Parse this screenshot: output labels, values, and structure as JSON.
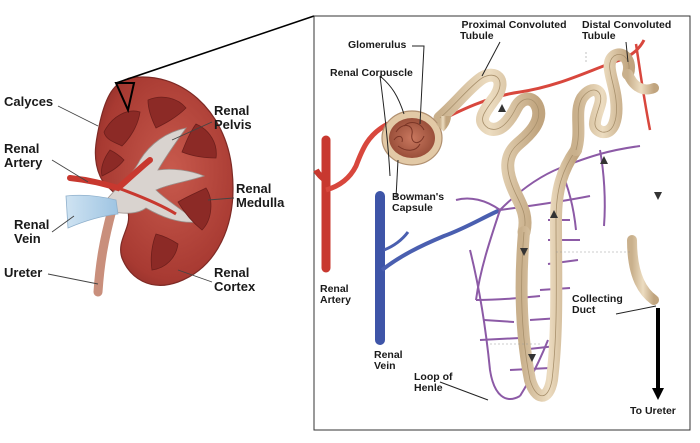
{
  "kidney_labels": {
    "calyces": "Calyces",
    "renal_artery": [
      "Renal",
      "Artery"
    ],
    "renal_vein": [
      "Renal",
      "Vein"
    ],
    "ureter": "Ureter",
    "renal_pelvis": [
      "Renal",
      "Pelvis"
    ],
    "renal_medulla": [
      "Renal",
      "Medulla"
    ],
    "renal_cortex": [
      "Renal",
      "Cortex"
    ]
  },
  "nephron_labels": {
    "glomerulus": "Glomerulus",
    "renal_corpuscle": "Renal Corpuscle",
    "proximal_tubule": [
      "Proximal Convoluted",
      "Tubule"
    ],
    "distal_tubule": [
      "Distal Convoluted",
      "Tubule"
    ],
    "bowmans_capsule": [
      "Bowman's",
      "Capsule"
    ],
    "renal_artery": [
      "Renal",
      "Artery"
    ],
    "renal_vein": [
      "Renal",
      "Vein"
    ],
    "loop_of_henle": [
      "Loop of",
      "Henle"
    ],
    "collecting_duct": [
      "Collecting",
      "Duct"
    ],
    "to_ureter": "To Ureter"
  },
  "colors": {
    "kidney_cortex": "#b8453a",
    "kidney_medulla": "#8c2a26",
    "pelvis": "#d9d3cf",
    "tubule": "#d6c2a2",
    "artery": "#d8473d",
    "vein": "#3e55a8",
    "capillary": "#8c5aa6",
    "panel_border": "#333333"
  }
}
